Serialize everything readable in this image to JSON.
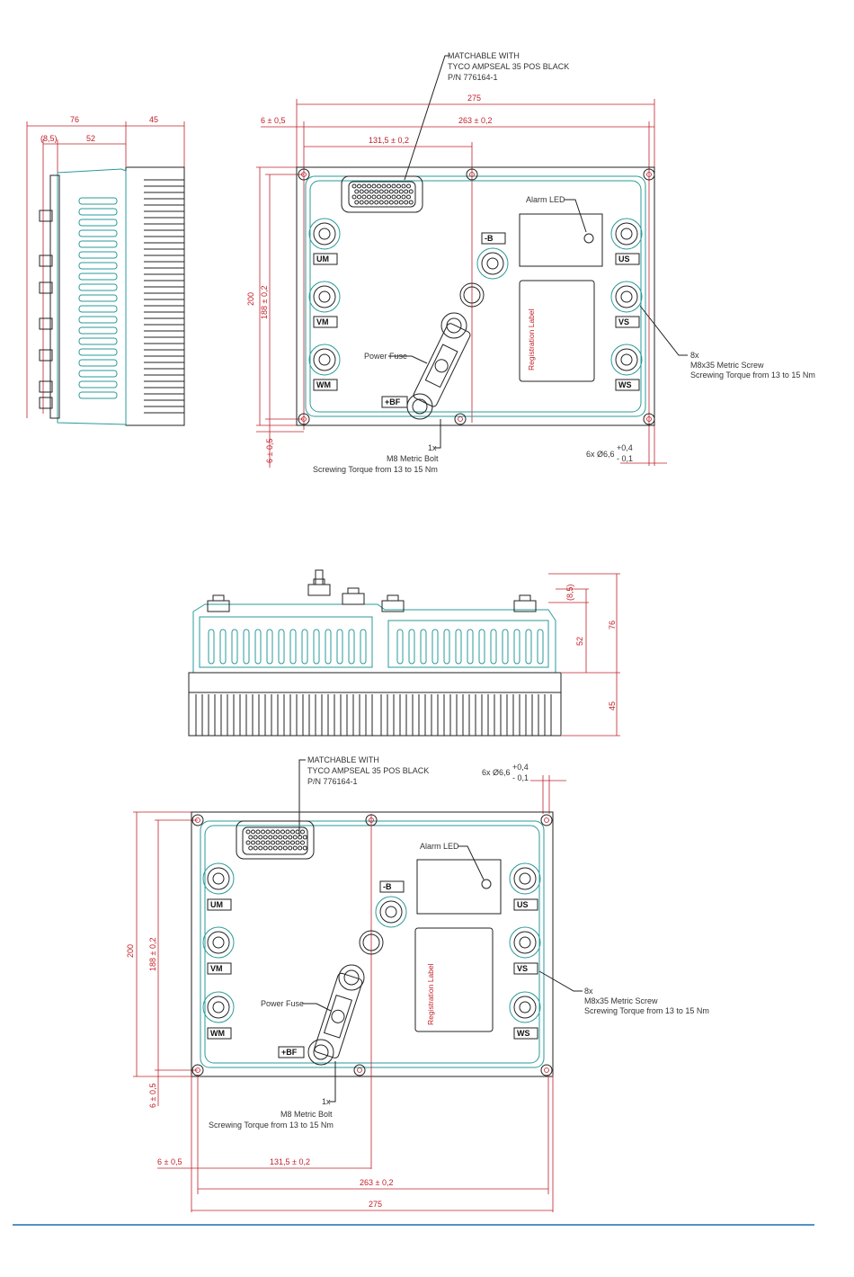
{
  "top_view": {
    "connector_note": [
      "MATCHABLE WITH",
      "TYCO AMPSEAL 35 POS BLACK",
      "P/N 776164-1"
    ],
    "dim_width_total": "275",
    "dim_hole_spacing_x": "263 ± 0,2",
    "dim_edge_offset": "6 ± 0,5",
    "dim_center_offset": "131,5 ± 0,2",
    "dim_height_total": "200",
    "dim_hole_spacing_y": "188 ± 0,2",
    "dim_bottom_offset": "6 ± 0,5",
    "alarm_led": "Alarm LED",
    "registration_label": "Registration Label",
    "power_fuse": "Power Fuse",
    "terminals": [
      "UM",
      "VM",
      "WM",
      "US",
      "VS",
      "WS",
      "-B",
      "+BF"
    ],
    "screw_note": [
      "8x",
      "M8x35 Metric Screw",
      "Screwing Torque from 13 to 15 Nm"
    ],
    "bolt_note": [
      "1x",
      "M8 Metric Bolt",
      "Screwing Torque from 13 to 15 Nm"
    ],
    "hole_note": "6x Ø6,6",
    "hole_tol_plus": "+0,4",
    "hole_tol_minus": "- 0,1"
  },
  "side_view": {
    "dim_total": "76",
    "dim_heatsink": "45",
    "dim_offset": "(8,5)",
    "dim_body": "52"
  },
  "front_view": {
    "dim_offset": "(8,5)",
    "dim_body": "52",
    "dim_total": "76",
    "dim_heatsink": "45"
  },
  "bottom_view": {
    "connector_note": [
      "MATCHABLE WITH",
      "TYCO AMPSEAL 35 POS BLACK",
      "P/N 776164-1"
    ],
    "hole_note": "6x Ø6,6",
    "hole_tol_plus": "+0,4",
    "hole_tol_minus": "- 0,1",
    "alarm_led": "Alarm LED",
    "registration_label": "Registration Label",
    "power_fuse": "Power Fuse",
    "dim_height_total": "200",
    "dim_hole_spacing_y": "188 ± 0,2",
    "dim_bottom_offset": "6 ± 0,5",
    "terminals": [
      "UM",
      "VM",
      "WM",
      "US",
      "VS",
      "WS",
      "-B",
      "+BF"
    ],
    "screw_note": [
      "8x",
      "M8x35 Metric Screw",
      "Screwing Torque from 13 to 15 Nm"
    ],
    "bolt_note": [
      "1x",
      "M8 Metric Bolt",
      "Screwing Torque from 13 to 15 Nm"
    ],
    "dim_edge_offset": "6 ± 0,5",
    "dim_center_offset": "131,5 ± 0,2",
    "dim_hole_spacing_x": "263 ± 0,2",
    "dim_width_total": "275"
  },
  "colors": {
    "dimension": "#c0202a",
    "outline": "#222222",
    "teal": "#2a9a9a",
    "rule": "#1a6fb0"
  }
}
